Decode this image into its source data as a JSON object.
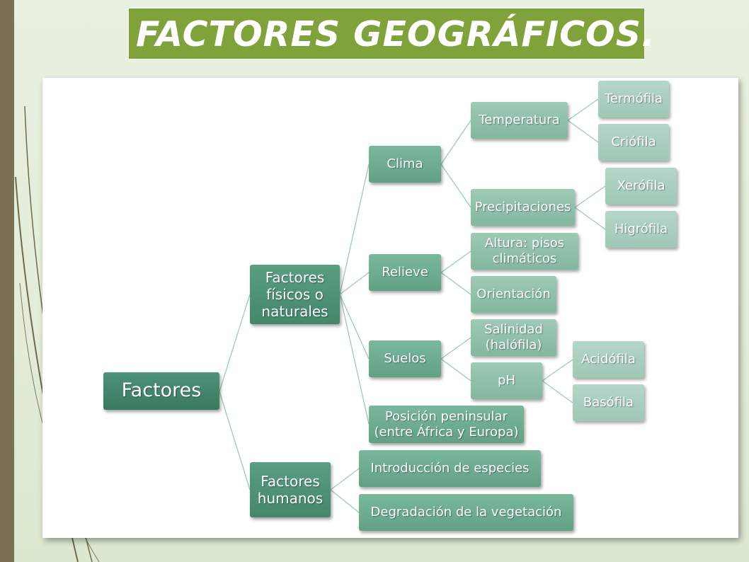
{
  "title": "FACTORES GEOGRÁFICOS.",
  "diagram": {
    "root": "Factores",
    "fisicos": "Factores\nfísicos o\nnaturales",
    "humanos": "Factores\nhumanos",
    "clima": "Clima",
    "relieve": "Relieve",
    "suelos": "Suelos",
    "posicion": "Posición peninsular\n(entre África y Europa)",
    "temperatura": "Temperatura",
    "precipitaciones": "Precipitaciones",
    "altura": "Altura: pisos\nclimáticos",
    "orientacion": "Orientación",
    "salinidad": "Salinidad\n(halófila)",
    "ph": "pH",
    "termofila": "Termófila",
    "criofila": "Criófila",
    "xerofila": "Xerófila",
    "higrofila": "Higrófila",
    "acidofila": "Acidófila",
    "basofila": "Basófila",
    "introduccion": "Introducción de especies",
    "degradacion": "Degradación de la vegetación"
  }
}
